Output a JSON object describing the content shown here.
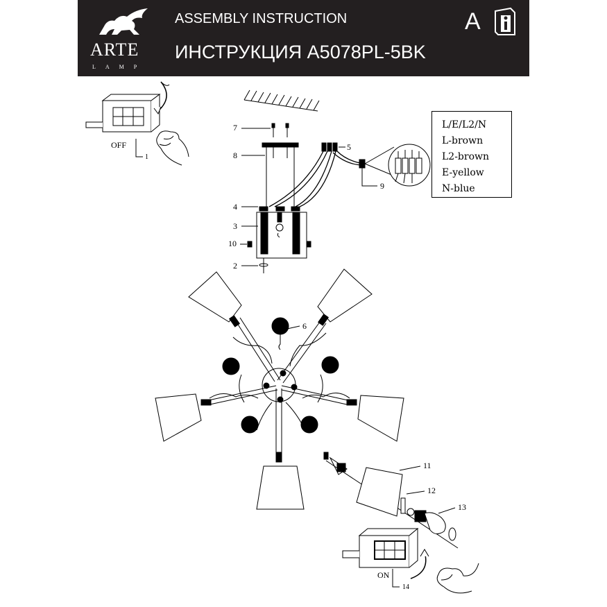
{
  "header": {
    "brand": "ARTE",
    "brand_sub": "LAMP",
    "title_en": "ASSEMBLY INSTRUCTION",
    "title_ru": "ИНСТРУКЦИЯ A5078PL-5BK",
    "version_letter": "A",
    "background_color": "#231f20"
  },
  "legend": {
    "lines": [
      "L/E/L2/N",
      "L-brown",
      "L2-brown",
      "E-yellow",
      "N-blue"
    ]
  },
  "switch_off_label": "OFF",
  "switch_on_label": "ON",
  "callouts": {
    "c1": "1",
    "c2": "2",
    "c3": "3",
    "c4": "4",
    "c5": "5",
    "c6": "6",
    "c7": "7",
    "c8": "8",
    "c9": "9",
    "c10": "10",
    "c11": "11",
    "c12": "12",
    "c13": "13",
    "c14": "14"
  },
  "icons": {
    "brand_logo": "griffin-logo-icon",
    "manual": "info-book-icon"
  }
}
